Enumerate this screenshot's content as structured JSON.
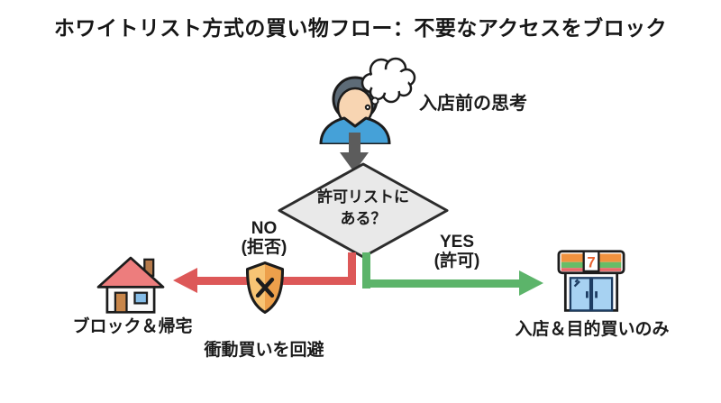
{
  "title": "ホワイトリスト方式の買い物フロー：不要なアクセスをブロック",
  "flow": {
    "thought_label": "入店前の思考",
    "decision": {
      "line1": "許可リストに",
      "line2": "ある？"
    },
    "no_branch": {
      "label": "NO",
      "sublabel": "(拒否)",
      "outcome": "ブロック＆帰宅",
      "note": "衝動買いを回避"
    },
    "yes_branch": {
      "label": "YES",
      "sublabel": "(許可)",
      "outcome": "入店＆目的買いのみ"
    },
    "store_sign": "7"
  },
  "colors": {
    "background": "#ffffff",
    "outline": "#1c1c1c",
    "no_arrow": "#dd5858",
    "yes_arrow": "#5cb46a",
    "flow_arrow": "#5c5c5c",
    "diamond_fill": "#e9e9e9",
    "shield": "#f2b766",
    "house_roof": "#ed7d7d",
    "store_door": "#a7d2f2"
  },
  "icons": {
    "person": "person-icon",
    "thought_bubble": "thought-bubble-icon",
    "down_arrow": "down-arrow-icon",
    "shield_block": "shield-block-icon",
    "house": "house-icon",
    "store": "store-icon"
  }
}
